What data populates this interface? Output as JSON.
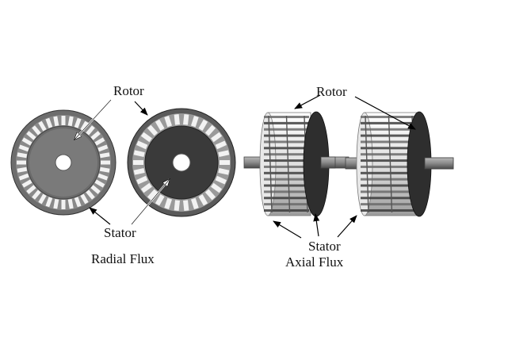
{
  "labels": {
    "radial_rotor": "Rotor",
    "radial_stator": "Stator",
    "radial_caption": "Radial Flux",
    "axial_rotor": "Rotor",
    "axial_stator": "Stator",
    "axial_caption": "Axial Flux"
  },
  "colors": {
    "stator_ring": "#6d6d6d",
    "stator_light": "#9a9a9a",
    "rotor_dark": "#3a3a3a",
    "rotor_light": "#7a7a7a",
    "slot": "#f2f2f2",
    "shaft": "#8c8c8c",
    "arrow": "#000000"
  },
  "icons": {
    "pointer": "arrow-icon"
  }
}
